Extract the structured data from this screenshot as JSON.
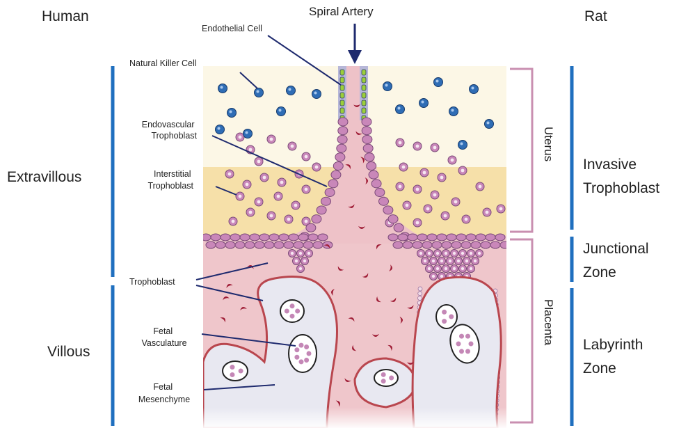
{
  "labels": {
    "human": "Human",
    "rat": "Rat",
    "spiral_artery": "Spiral Artery",
    "endothelial_cell": "Endothelial Cell",
    "natural_killer_cell": "Natural Killer Cell",
    "endovascular_trophoblast": [
      "Endovascular",
      "Trophoblast"
    ],
    "interstitial_trophoblast": [
      "Interstitial",
      "Trophoblast"
    ],
    "trophoblast": "Trophoblast",
    "fetal_vasculature": [
      "Fetal",
      "Vasculature"
    ],
    "fetal_mesenchyme": [
      "Fetal",
      "Mesenchyme"
    ],
    "extravillous": "Extravillous",
    "villous": "Villous",
    "uterus": "Uterus",
    "placenta": "Placenta",
    "invasive_trophoblast": [
      "Invasive",
      "Trophoblast"
    ],
    "junctional_zone": [
      "Junctional",
      "Zone"
    ],
    "labyrinth_zone": [
      "Labyrinth",
      "Zone"
    ]
  },
  "colors": {
    "bracket_blue": "#1f6fbf",
    "bracket_pink": "#c98fb0",
    "pointer": "#1e2a6e",
    "decidua_top": "#fbf6e4",
    "decidua_band": "#f5dfa8",
    "blood": "#f2cfd3",
    "rbc": "#9e1b34",
    "trophoblast_cell": "#c987b9",
    "nk_cell": "#2f6db5",
    "villus": "#e9e8f1",
    "villus_border": "#b9464e"
  }
}
